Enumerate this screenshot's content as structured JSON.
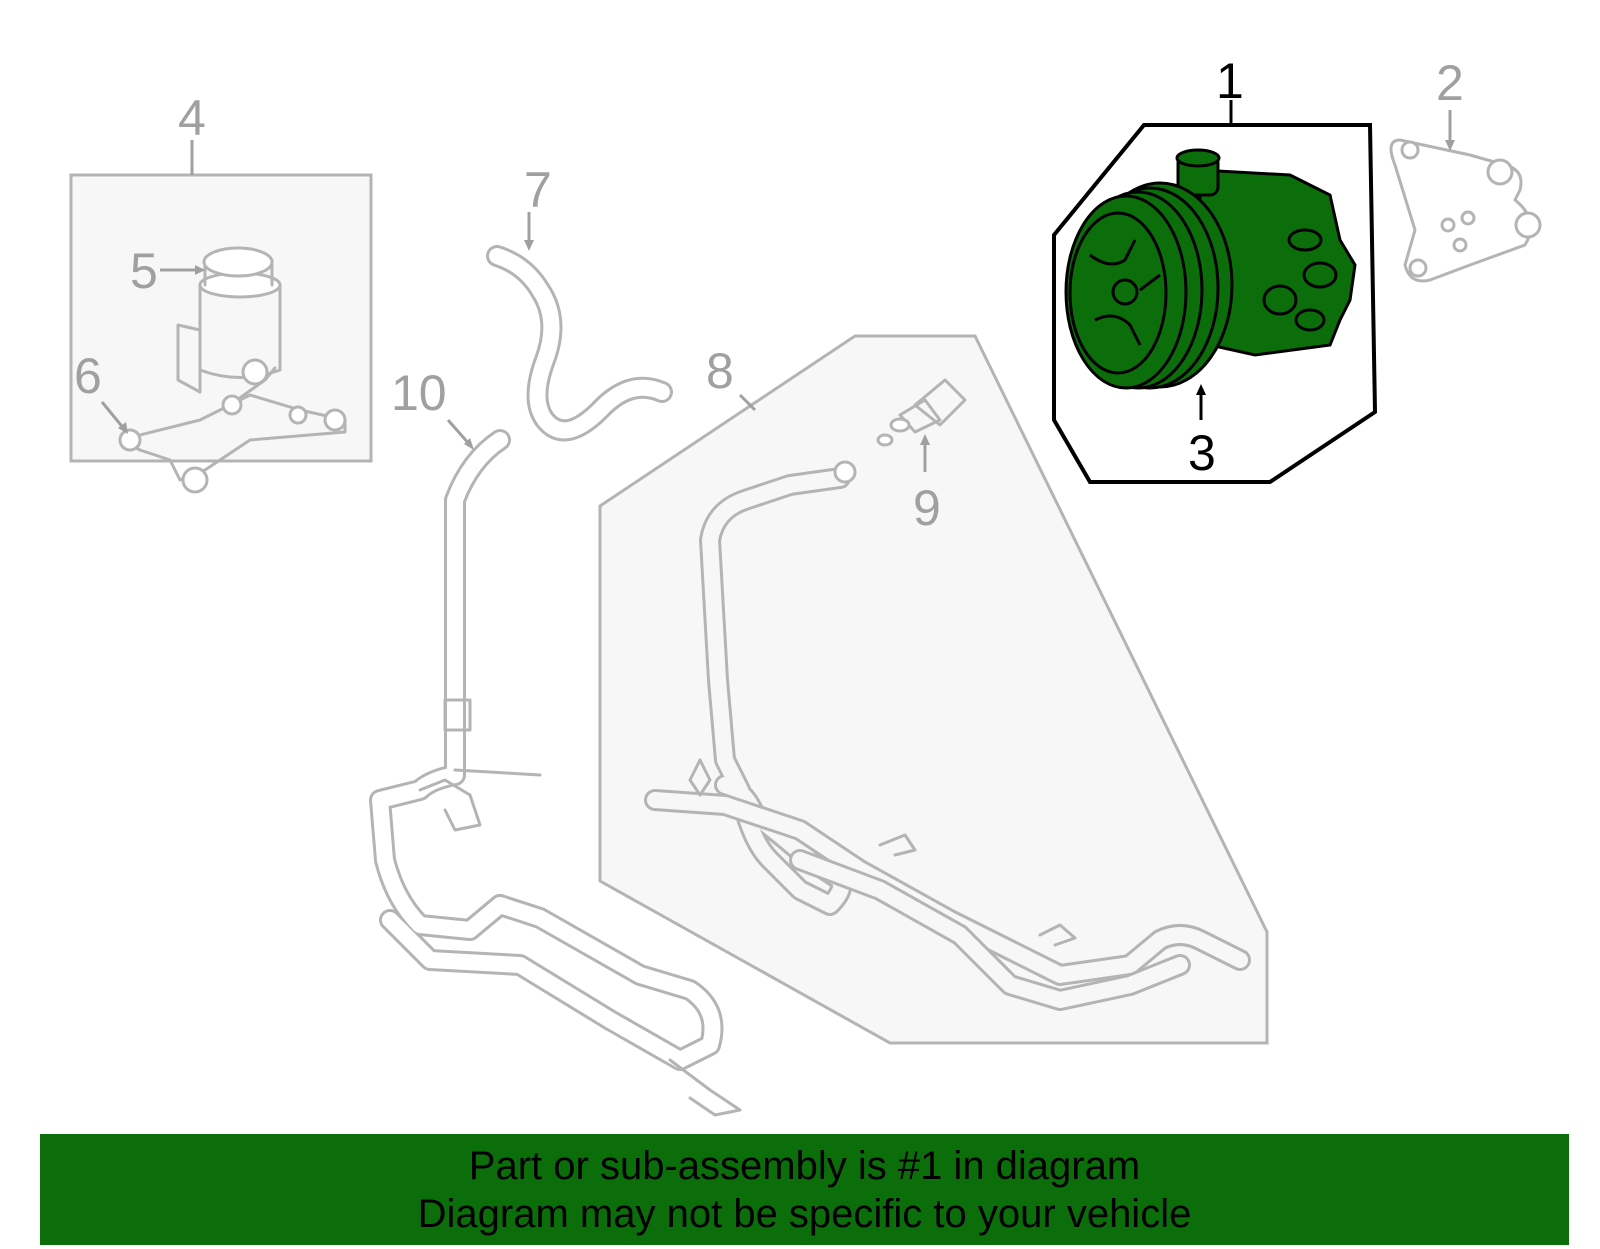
{
  "diagram": {
    "callouts": [
      "1",
      "2",
      "3",
      "4",
      "5",
      "6",
      "7",
      "8",
      "9",
      "10"
    ],
    "highlight_color": "#0b6e0b",
    "highlighted_part": "1"
  },
  "banner": {
    "line1": "Part or sub-assembly is #1 in diagram",
    "line2": "Diagram may not be specific to your vehicle",
    "background": "#0b6e0b"
  }
}
